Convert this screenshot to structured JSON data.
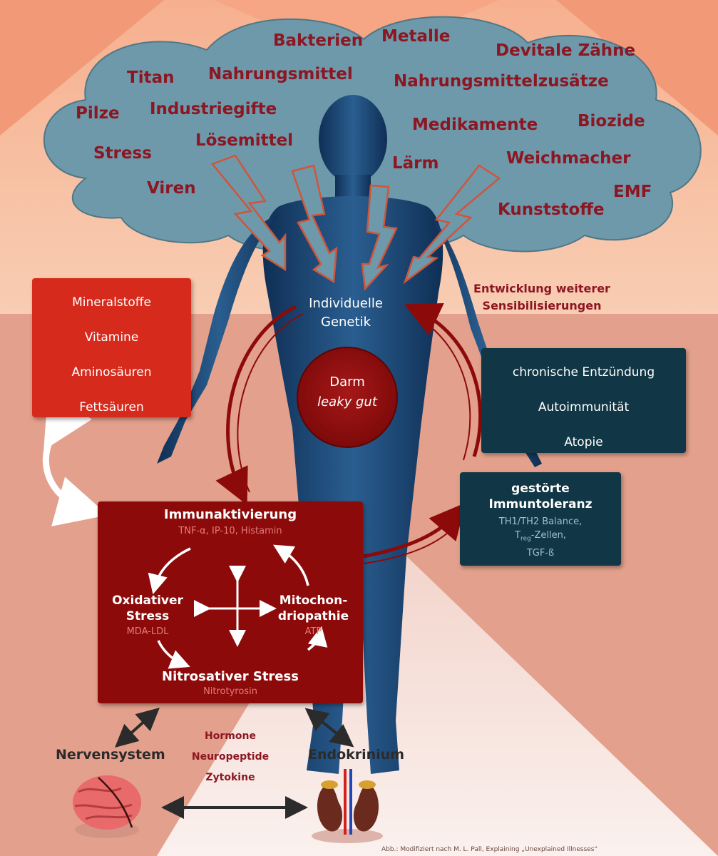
{
  "colors": {
    "cloud": "#6e99aa",
    "cloud_text": "#8c1622",
    "body": "#1c4a78",
    "red_box": "#d62a1c",
    "navy_box": "#113645",
    "dark_red_box": "#8c0a0a",
    "arrow_red": "#8c0a0a"
  },
  "cloud_words": {
    "bakterien": "Bakterien",
    "metalle": "Metalle",
    "devitale_zaehne": "Devitale Zähne",
    "titan": "Titan",
    "nahrungsmittel": "Nahrungsmittel",
    "nahrungsmittelzusaetze": "Nahrungsmittelzusätze",
    "pilze": "Pilze",
    "industriegifte": "Industriegifte",
    "medikamente": "Medikamente",
    "biozide": "Biozide",
    "loesemittel": "Lösemittel",
    "stress": "Stress",
    "laerm": "Lärm",
    "weichmacher": "Weichmacher",
    "viren": "Viren",
    "emf": "EMF",
    "kunststoffe": "Kunststoffe"
  },
  "center": {
    "genetics_line1": "Individuelle",
    "genetics_line2": "Genetik",
    "gut_line1": "Darm",
    "gut_line2": "leaky gut"
  },
  "sensitization": {
    "line1": "Entwicklung weiterer",
    "line2": "Sensibilisierungen"
  },
  "nutrients": [
    "Mineralstoffe",
    "Vitamine",
    "Aminosäuren",
    "Fettsäuren"
  ],
  "diseases": [
    "chronische Entzündung",
    "Autoimmunität",
    "Atopie"
  ],
  "tolerance": {
    "line1": "gestörte",
    "line2": "Immuntoleranz",
    "sub1": "TH1/TH2 Balance,",
    "sub2_main": "T",
    "sub2_subscript": "reg",
    "sub2_rest": "-Zellen,",
    "sub3": "TGF-ß"
  },
  "cycle": {
    "immun_title": "Immunaktivierung",
    "immun_sub": "TNF-α, IP-10, Histamin",
    "oxid_line1": "Oxidativer",
    "oxid_line2": "Stress",
    "oxid_sub": "MDA-LDL",
    "mito_line1": "Mitochon-",
    "mito_line2": "driopathie",
    "mito_sub": "ATP",
    "nitro_title": "Nitrosativer Stress",
    "nitro_sub": "Nitrotyrosin"
  },
  "bottom": {
    "nervous": "Nervensystem",
    "endocrine": "Endokrinium",
    "messengers": [
      "Hormone",
      "Neuropeptide",
      "Zytokine"
    ],
    "citation": "Abb.: Modifiziert nach M. L. Pall, Explaining „Unexplained Illnesses“"
  }
}
